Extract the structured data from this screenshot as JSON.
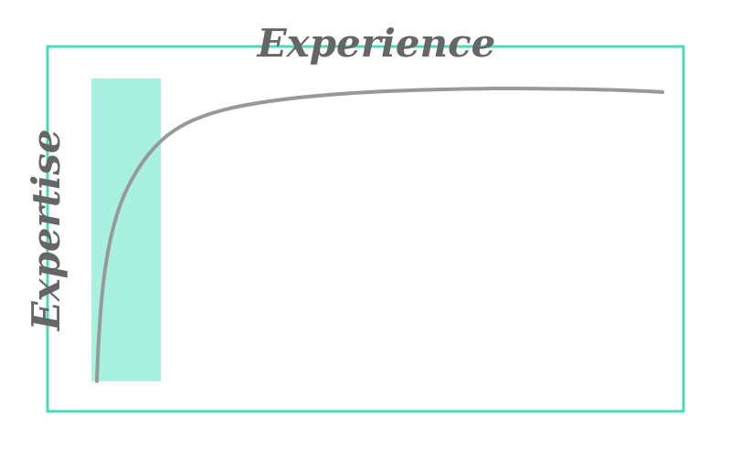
{
  "diagram": {
    "x_axis_title": "Experience",
    "y_axis_title": "Expertise",
    "curve_shape": "rapid rise then plateau",
    "highlight": "early experience region",
    "colors": {
      "frame": "#4dd9bd",
      "highlight": "#a8f0df",
      "curve": "#999999",
      "text": "#666666",
      "background": "#ffffff"
    }
  }
}
